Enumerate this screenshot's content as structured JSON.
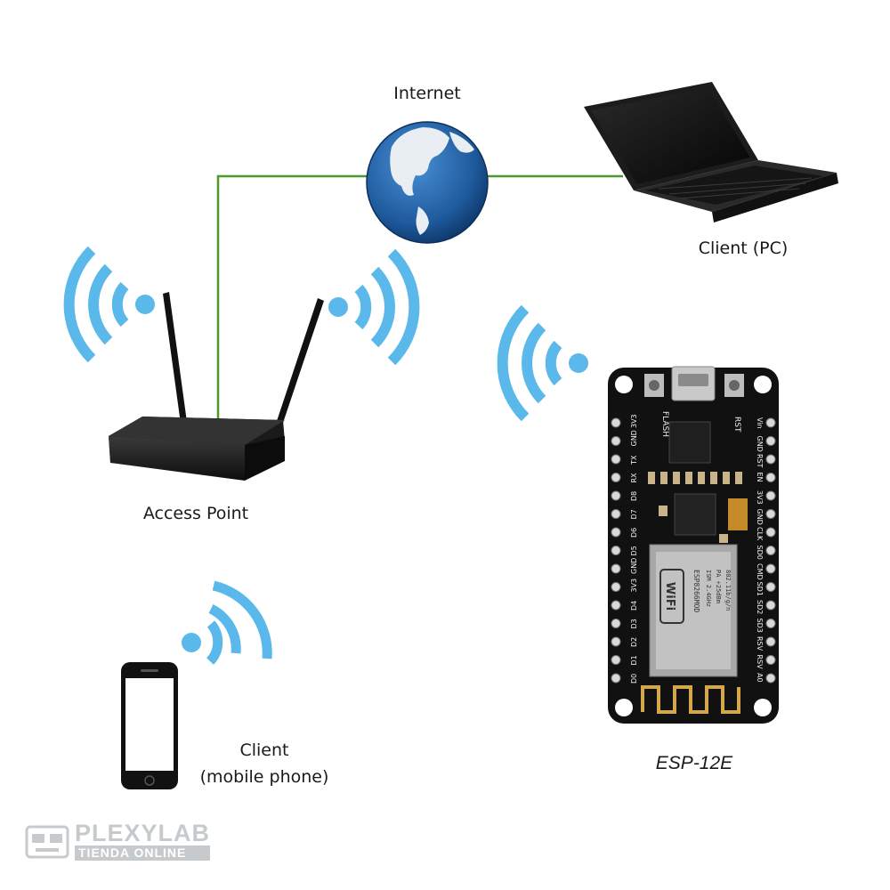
{
  "labels": {
    "internet": "Internet",
    "client_pc": "Client (PC)",
    "access_point": "Access Point",
    "client_mobile_line1": "Client",
    "client_mobile_line2": "(mobile phone)",
    "esp": "ESP-12E"
  },
  "board": {
    "left_pins": [
      "D0",
      "D1",
      "D2",
      "D3",
      "D4",
      "3V3",
      "GND",
      "D5",
      "D6",
      "D7",
      "D8",
      "RX",
      "TX",
      "GND",
      "3V3"
    ],
    "right_pins": [
      "A0",
      "RSV",
      "RSV",
      "SD3",
      "SD2",
      "SD1",
      "CMD",
      "SD0",
      "CLK",
      "GND",
      "3V3",
      "EN",
      "RST",
      "GND",
      "Vin"
    ],
    "flash_label": "FLASH",
    "rst_label": "RST",
    "module_text": "ESP8266MOD",
    "module_lines": [
      "ISM 2.4GHz",
      "PA +25dBm",
      "802.11b/g/n"
    ],
    "wifi_logo": "WiFi"
  },
  "watermark": {
    "brand": "PLEXYLAB",
    "tagline": "TIENDA ONLINE"
  },
  "colors": {
    "link_line": "#4a9a2a",
    "wifi_waves": "#5bb8ea",
    "board": "#111111",
    "globe_ocean": "#1e5a9c"
  },
  "icons": {
    "globe": "globe-icon",
    "laptop": "laptop-icon",
    "router": "router-icon",
    "phone": "smartphone-icon",
    "board": "esp-board-icon"
  }
}
